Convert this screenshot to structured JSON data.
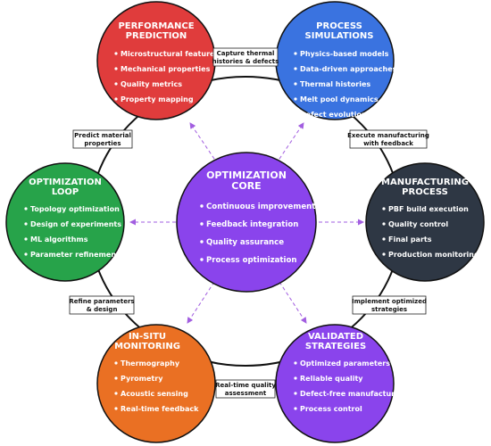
{
  "nodes": {
    "performance": {
      "title": [
        "PERFORMANCE",
        "PREDICTION"
      ],
      "items": [
        "Microstructural features",
        "Mechanical properties",
        "Quality metrics",
        "Property mapping"
      ],
      "color": "#e03c3c"
    },
    "simulations": {
      "title": [
        "PROCESS",
        "SIMULATIONS"
      ],
      "items": [
        "Physics-based models",
        "Data-driven approaches",
        "Thermal histories",
        "Melt pool dynamics",
        "Defect evolution"
      ],
      "color": "#3a73e0"
    },
    "optimization_loop": {
      "title": [
        "OPTIMIZATION",
        "LOOP"
      ],
      "items": [
        "Topology optimization",
        "Design of experiments",
        "ML algorithms",
        "Parameter refinement"
      ],
      "color": "#27a34a"
    },
    "core": {
      "title": [
        "OPTIMIZATION",
        "CORE"
      ],
      "items": [
        "Continuous improvement",
        "Feedback integration",
        "Quality assurance",
        "Process optimization"
      ],
      "color": "#8a44ec"
    },
    "manufacturing": {
      "title": [
        "MANUFACTURING",
        "PROCESS"
      ],
      "items": [
        "PBF build execution",
        "Quality control",
        "Final parts",
        "Production monitoring"
      ],
      "color": "#2e3744"
    },
    "monitoring": {
      "title": [
        "IN-SITU",
        "MONITORING"
      ],
      "items": [
        "Thermography",
        "Pyrometry",
        "Acoustic sensing",
        "Real-time feedback"
      ],
      "color": "#ea7023"
    },
    "validated": {
      "title": [
        "VALIDATED",
        "STRATEGIES"
      ],
      "items": [
        "Optimized parameters",
        "Reliable quality",
        "Defect-free manufacturing",
        "Process control"
      ],
      "color": "#8a44ec"
    }
  },
  "edge_labels": {
    "capture": [
      "Capture thermal",
      "histories & defects"
    ],
    "execute": [
      "Execute manufacturing",
      "with feedback"
    ],
    "predict": [
      "Predict material",
      "properties"
    ],
    "implement": [
      "Implement optimized",
      "strategies"
    ],
    "refine": [
      "Refine parameters",
      "& design"
    ],
    "realtime": [
      "Real-time quality",
      "assessment"
    ]
  },
  "colors": {
    "ring": "#111111",
    "arrows": "#a25ee0",
    "bullet": "#ffffff"
  }
}
